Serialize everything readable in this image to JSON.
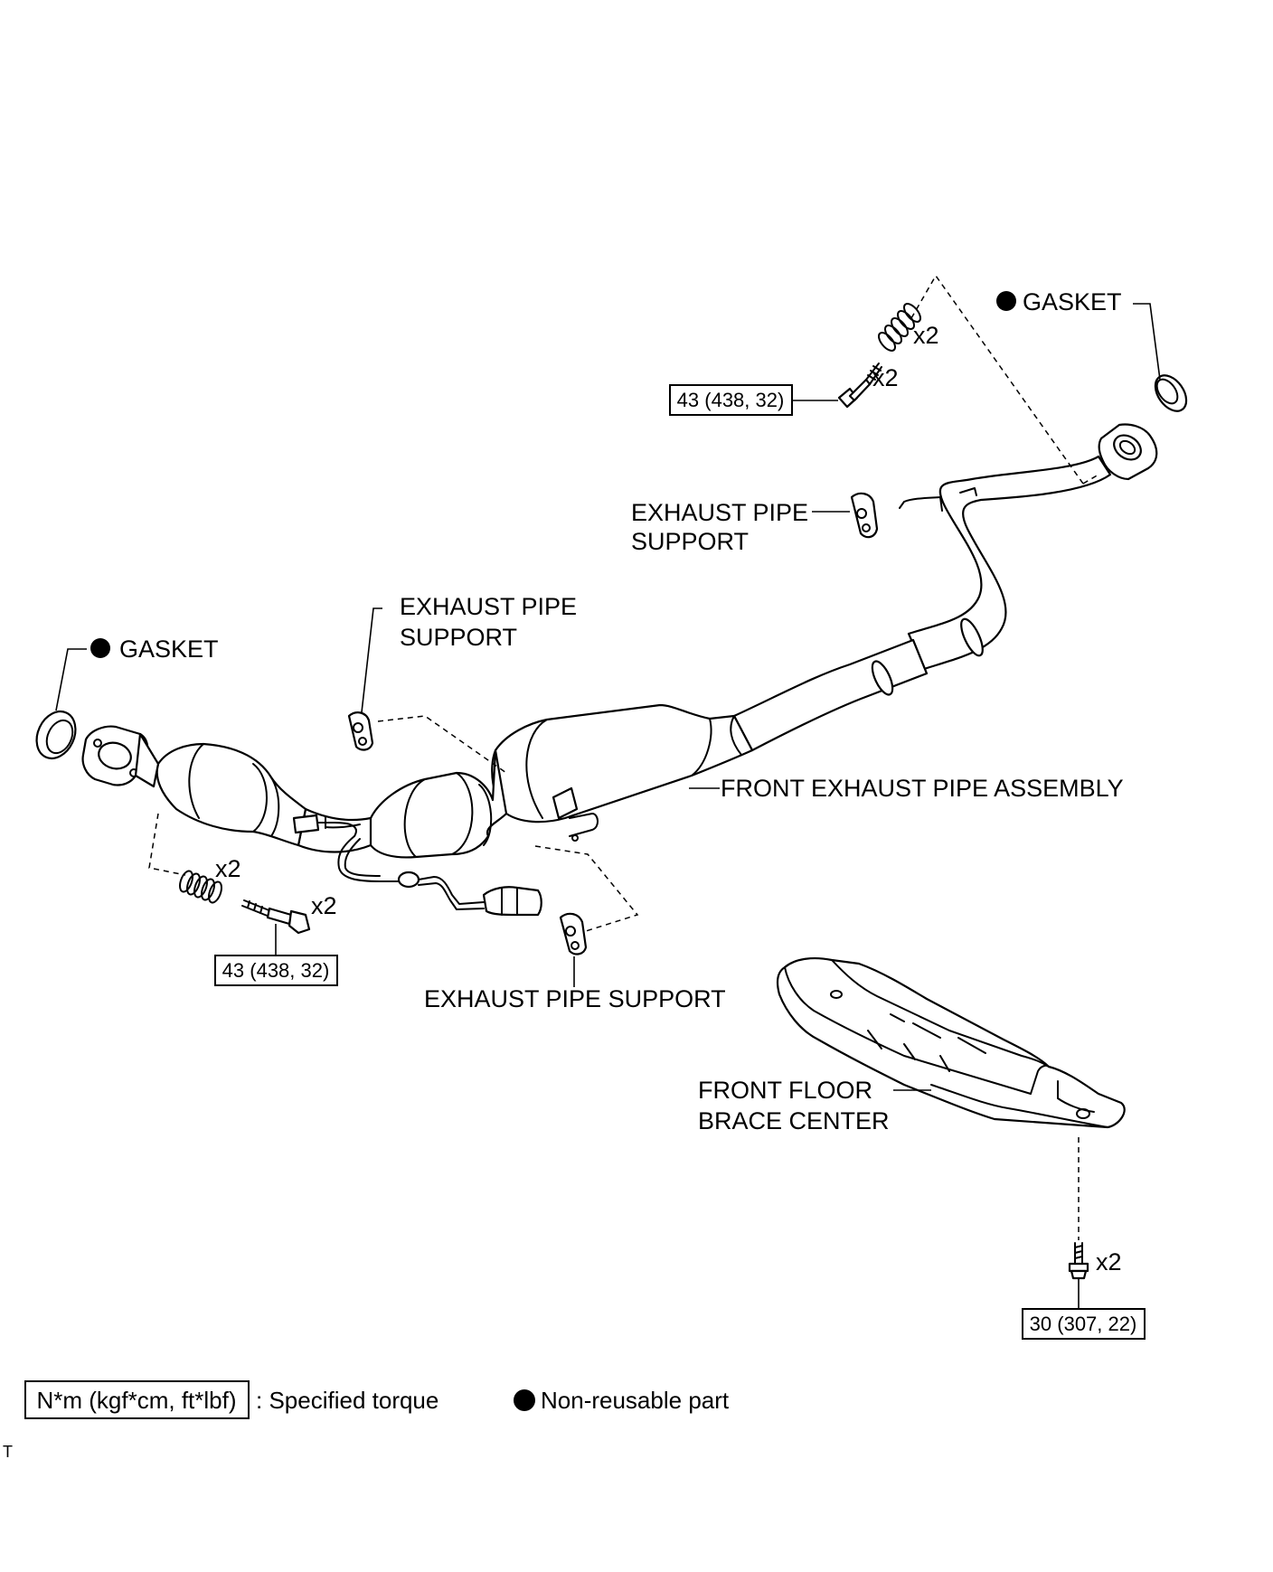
{
  "labels": {
    "gasket_right": "GASKET",
    "gasket_left": "GASKET",
    "x2_spring_top": "x2",
    "x2_bolt_top": "x2",
    "x2_spring_left": "x2",
    "x2_bolt_left": "x2",
    "x2_bolt_bottom": "x2",
    "support_right_1": "EXHAUST PIPE",
    "support_right_2": "SUPPORT",
    "support_top_1": "EXHAUST PIPE",
    "support_top_2": "SUPPORT",
    "support_bottom": "EXHAUST PIPE SUPPORT",
    "front_exhaust_pipe": "FRONT EXHAUST PIPE ASSEMBLY",
    "floor_brace_1": "FRONT FLOOR",
    "floor_brace_2": "BRACE CENTER"
  },
  "torque_specs": {
    "top_bolt": "43 (438, 32)",
    "left_bolt": "43 (438, 32)",
    "brace_bolt": "30 (307, 22)"
  },
  "legend": {
    "torque_unit": "N*m (kgf*cm, ft*lbf)",
    "torque_desc": ": Specified torque",
    "nonreusable_desc": "Non-reusable part"
  },
  "corner_mark": "T",
  "icons": {
    "nonreusable": "filled-circle-icon"
  },
  "colors": {
    "ink": "#000000",
    "paper": "#ffffff",
    "body_fill": "#ffffff"
  }
}
